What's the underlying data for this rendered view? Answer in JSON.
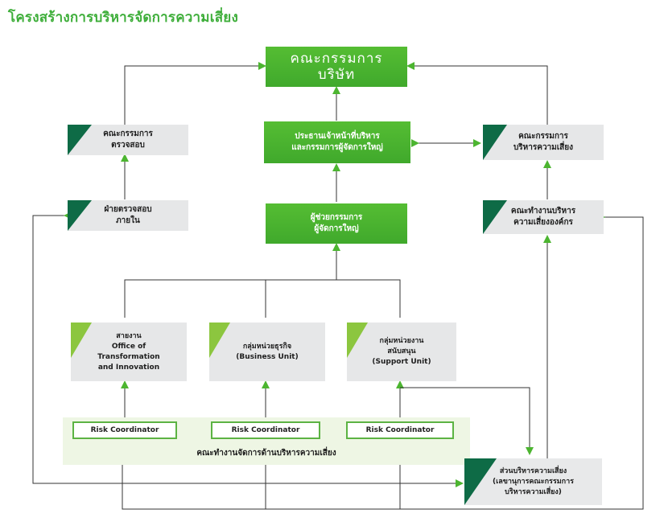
{
  "page": {
    "title": "โครงสร้างการบริหารจัดการความเสี่ยง"
  },
  "nodes": {
    "board": {
      "lines": [
        "คณะกรรมการ",
        "บริษัท"
      ]
    },
    "ceo": {
      "lines": [
        "ประธานเจ้าหน้าที่บริหาร",
        "และกรรมการผู้จัดการใหญ่"
      ]
    },
    "assistant_md": {
      "lines": [
        "ผู้ช่วยกรรมการ",
        "ผู้จัดการใหญ่"
      ]
    },
    "audit_committee": {
      "lines": [
        "คณะกรรมการ",
        "ตรวจสอบ"
      ]
    },
    "internal_audit": {
      "lines": [
        "ฝ่ายตรวจสอบ",
        "ภายใน"
      ]
    },
    "risk_committee": {
      "lines": [
        "คณะกรรมการ",
        "บริหารความเสี่ยง"
      ]
    },
    "erm_working_group": {
      "lines": [
        "คณะทำงานบริหาร",
        "ความเสี่ยงองค์กร"
      ]
    },
    "oti": {
      "lines": [
        "สายงาน",
        "Office of",
        "Transformation",
        "and Innovation"
      ]
    },
    "business_unit": {
      "lines": [
        "กลุ่มหน่วยธุรกิจ",
        "(Business Unit)"
      ]
    },
    "support_unit": {
      "lines": [
        "กลุ่มหน่วยงาน",
        "สนับสนุน",
        "(Support Unit)"
      ]
    },
    "risk_dept": {
      "lines": [
        "ส่วนบริหารความเสี่ยง",
        "(เลขานุการคณะกรรมการ",
        "บริหารความเสี่ยง)"
      ]
    }
  },
  "risk_coordinators": [
    "Risk Coordinator",
    "Risk Coordinator",
    "Risk Coordinator"
  ],
  "working_group_label": "คณะทำงานจัดการด้านบริหารความเสี่ยง",
  "colors": {
    "title_green": "#3eae3a",
    "box_green": "#4cb530",
    "box_gray": "#e6e7e8",
    "corner_dark": "#0e6b46",
    "corner_light": "#8cc63f",
    "arrow_head": "#4cb530",
    "line": "#333333",
    "band": "#eef6e4"
  }
}
